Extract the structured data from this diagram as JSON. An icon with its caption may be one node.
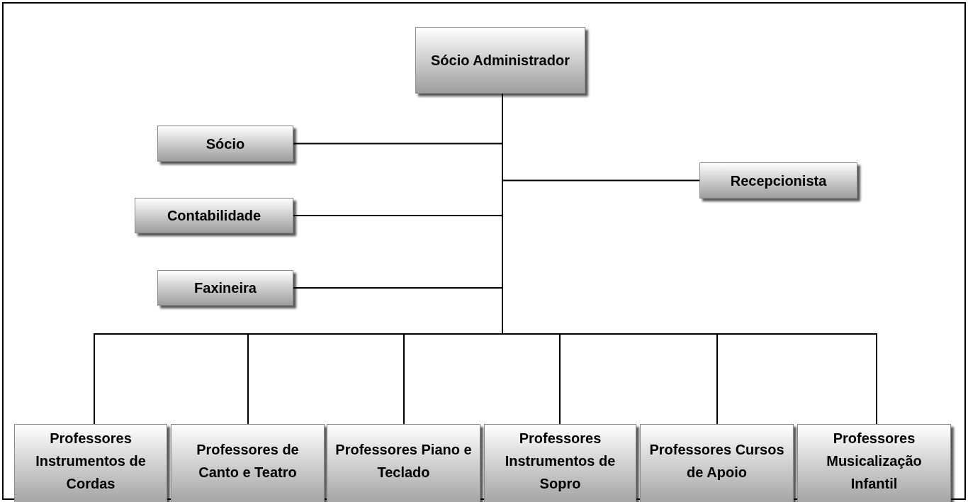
{
  "diagram": {
    "nodes": [
      {
        "text": [
          "Sócio Administrador"
        ]
      },
      {
        "text": [
          "Sócio"
        ]
      },
      {
        "text": [
          "Recepcionista"
        ]
      },
      {
        "text": [
          "Contabilidade"
        ]
      },
      {
        "text": [
          "Faxineira"
        ]
      },
      {
        "text": [
          "Professores Instrumentos de Cordas"
        ]
      },
      {
        "text": [
          "Professores de Canto e Teatro"
        ]
      },
      {
        "text": [
          "Professores Piano e Teclado"
        ]
      },
      {
        "text": [
          "Professores Instrumentos de Sopro"
        ]
      },
      {
        "text": [
          "Professores Cursos de Apoio"
        ]
      },
      {
        "text": [
          "Professores Musicalização Infantil"
        ]
      }
    ],
    "edges": [
      {
        "from": 0,
        "to": 1,
        "arrow": "none"
      },
      {
        "from": 0,
        "to": 2,
        "arrow": "none"
      },
      {
        "from": 0,
        "to": 3,
        "arrow": "none"
      },
      {
        "from": 0,
        "to": 4,
        "arrow": "none"
      },
      {
        "from": 0,
        "to": 5,
        "arrow": "none"
      },
      {
        "from": 0,
        "to": 6,
        "arrow": "none"
      },
      {
        "from": 0,
        "to": 7,
        "arrow": "none"
      },
      {
        "from": 0,
        "to": 8,
        "arrow": "none"
      },
      {
        "from": 0,
        "to": 9,
        "arrow": "none"
      },
      {
        "from": 0,
        "to": 10,
        "arrow": "none"
      }
    ]
  }
}
